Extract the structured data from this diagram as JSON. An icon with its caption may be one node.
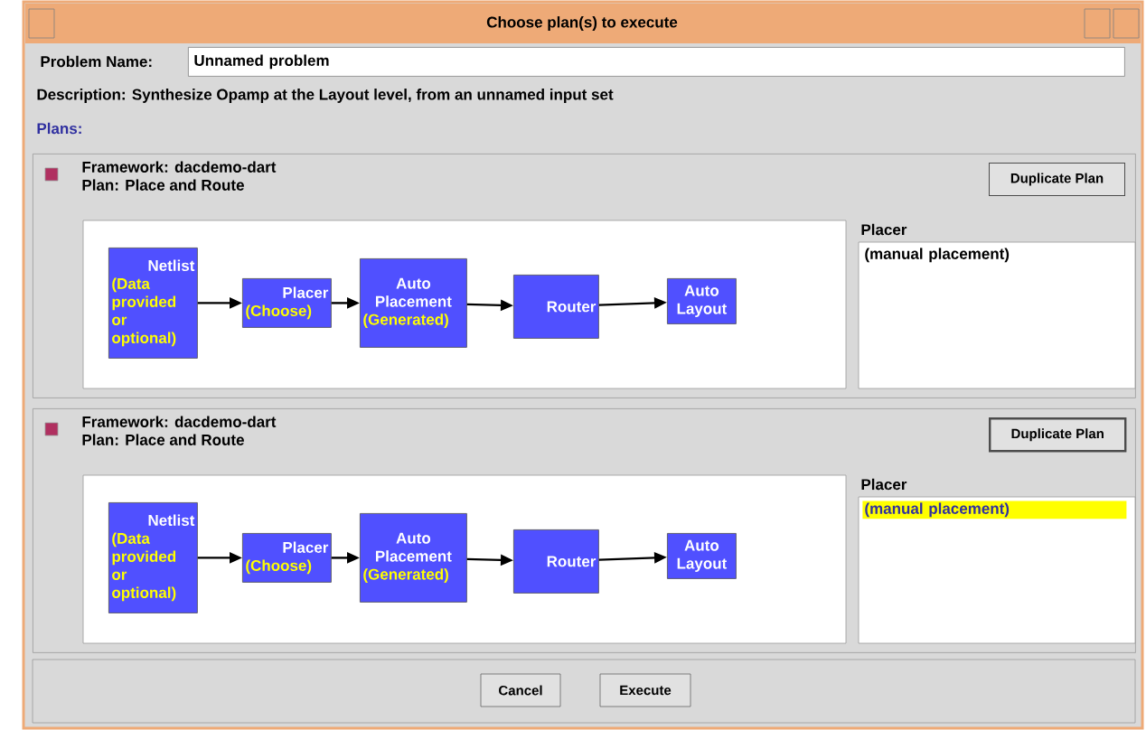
{
  "diagram": {
    "title": "Choose plan(s) to execute",
    "nodes": [
      {
        "text": [
          "Framework: dacdemo-dart",
          "Plan: Place and Route"
        ]
      },
      {
        "text": [
          "Netlist",
          "(Data provided or optional)"
        ],
        "in": 0
      },
      {
        "text": [
          "Placer",
          "(Choose)"
        ],
        "in": 0
      },
      {
        "text": [
          "Auto Placement",
          "(Generated)"
        ],
        "in": 0
      },
      {
        "text": [
          "Router"
        ],
        "in": 0
      },
      {
        "text": [
          "Auto Layout"
        ],
        "in": 0
      },
      {
        "text": [
          "Framework: dacdemo-dart",
          "Plan: Place and Route"
        ]
      },
      {
        "text": [
          "Netlist",
          "(Data provided or optional)"
        ],
        "in": 6
      },
      {
        "text": [
          "Placer",
          "(Choose)"
        ],
        "in": 6
      },
      {
        "text": [
          "Auto Placement",
          "(Generated)"
        ],
        "in": 6
      },
      {
        "text": [
          "Router"
        ],
        "in": 6
      },
      {
        "text": [
          "Auto Layout"
        ],
        "in": 6
      }
    ],
    "edges": [
      {
        "from": 1,
        "to": 2,
        "arrow": "to"
      },
      {
        "from": 2,
        "to": 3,
        "arrow": "to"
      },
      {
        "from": 3,
        "to": 4,
        "arrow": "to"
      },
      {
        "from": 4,
        "to": 5,
        "arrow": "to"
      },
      {
        "from": 7,
        "to": 8,
        "arrow": "to"
      },
      {
        "from": 8,
        "to": 9,
        "arrow": "to"
      },
      {
        "from": 9,
        "to": 10,
        "arrow": "to"
      },
      {
        "from": 10,
        "to": 11,
        "arrow": "to"
      }
    ],
    "labels": [
      "Problem Name:",
      "Unnamed problem",
      "Description: Synthesize Opamp at the Layout level, from an unnamed input set",
      "Plans:",
      "Duplicate Plan",
      "Placer",
      "(manual placement)",
      "Duplicate Plan",
      "Placer",
      "(manual placement)",
      "Cancel",
      "Execute"
    ]
  }
}
